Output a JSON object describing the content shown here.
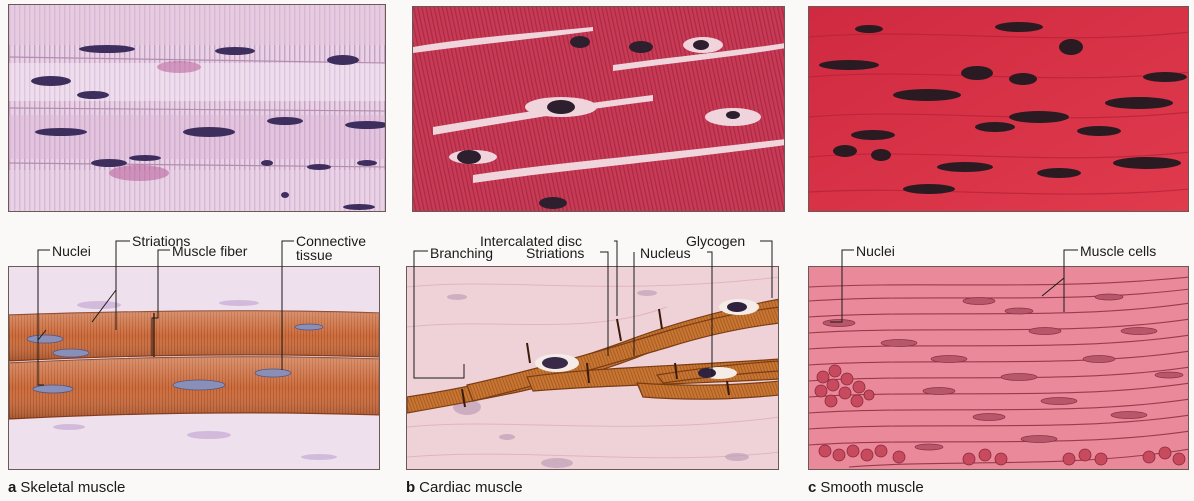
{
  "panels": {
    "skeletal": {
      "letter": "a",
      "caption": "Skeletal muscle",
      "labels": {
        "nuclei": "Nuclei",
        "striations": "Striations",
        "muscle_fiber": "Muscle fiber",
        "connective_line1": "Connective",
        "connective_line2": "tissue"
      }
    },
    "cardiac": {
      "letter": "b",
      "caption": "Cardiac muscle",
      "labels": {
        "intercalated_disc": "Intercalated disc",
        "glycogen": "Glycogen",
        "branching": "Branching",
        "striations": "Striations",
        "nucleus": "Nucleus"
      }
    },
    "smooth": {
      "letter": "c",
      "caption": "Smooth muscle",
      "labels": {
        "nuclei": "Nuclei",
        "muscle_cells": "Muscle cells"
      }
    }
  },
  "colors": {
    "skeletal_micro_bg": "#ecd8ea",
    "cardiac_micro_bg": "#c93552",
    "smooth_micro_bg": "#d52f44",
    "skeletal_fiber": "#c9683a",
    "cardiac_fiber": "#c8702d",
    "smooth_diagram_bg": "#e8889a",
    "nucleus_dark": "#3a2a4a"
  }
}
